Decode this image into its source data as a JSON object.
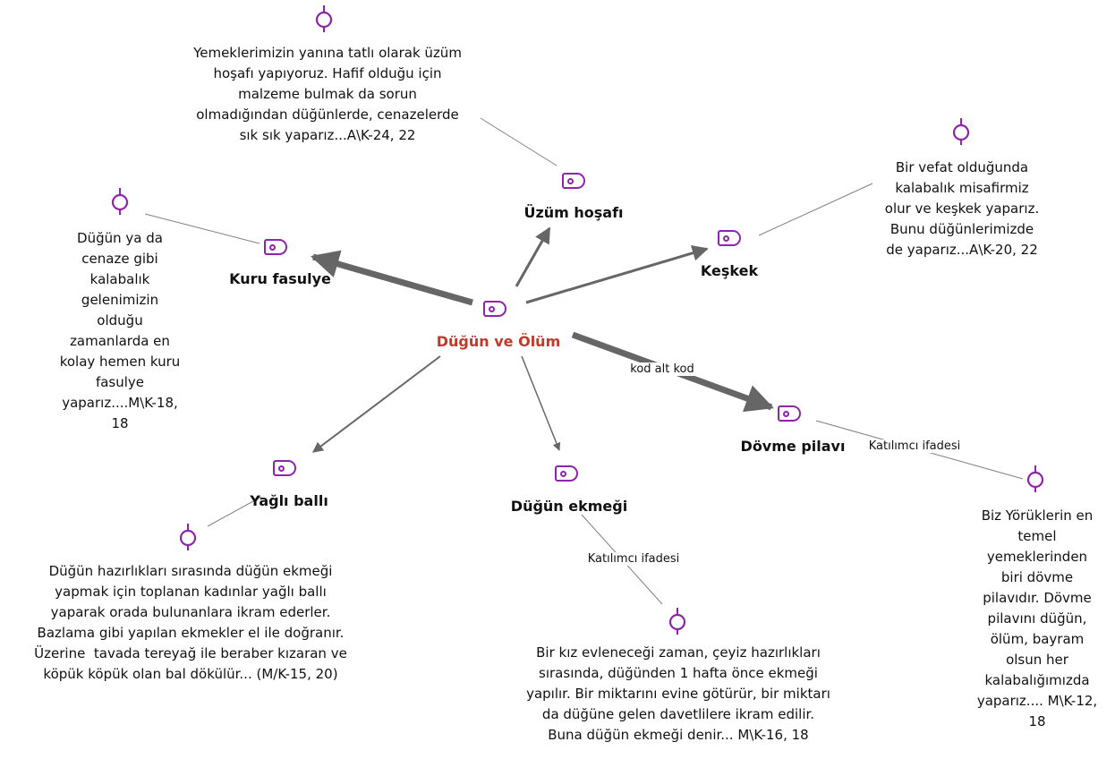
{
  "center": {
    "label": "Düğün ve Ölüm"
  },
  "codes": {
    "uzum_hosafi": "Üzüm hoşafı",
    "kuru_fasulye": "Kuru fasulye",
    "keskek": "Keşkek",
    "dovme_pilavi": "Dövme pilavı",
    "yagli_balli": "Yağlı ballı",
    "dugun_ekmegi": "Düğün ekmeği"
  },
  "link_labels": {
    "kod_alt_kod": "kod alt kod",
    "katilimci_dovme": "Katılımcı ifadesi",
    "katilimci_ekmek": "Katılımcı ifadesi"
  },
  "memos": {
    "uzum_hosafi": [
      "Yemeklerimizin yanına tatlı olarak üzüm",
      "hoşafı yapıyoruz. Hafif olduğu için",
      "malzeme bulmak da sorun",
      "olmadığından düğünlerde, cenazelerde",
      "sık sık yaparız...A\\K-24, 22"
    ],
    "keskek": [
      "Bir vefat olduğunda",
      "kalabalık misafirmiz",
      "olur ve keşkek yaparız.",
      "Bunu düğünlerimizde",
      "de yaparız...A\\K-20, 22"
    ],
    "kuru_fasulye": [
      "Düğün ya da",
      "cenaze gibi",
      "kalabalık",
      "gelenimizin",
      "olduğu",
      "zamanlarda en",
      "kolay hemen kuru",
      "fasulye",
      "yaparız....M\\K-18,",
      "18"
    ],
    "yagli_balli": [
      "Düğün hazırlıkları sırasında düğün ekmeği",
      "yapmak için toplanan kadınlar yağlı ballı",
      "yaparak orada bulunanlara ikram ederler.",
      "Bazlama gibi yapılan ekmekler el ile doğranır.",
      "Üzerine  tavada tereyağ ile beraber kızaran ve",
      "köpük köpük olan bal dökülür... (M/K-15, 20)"
    ],
    "dugun_ekmegi": [
      "Bir kız evleneceği zaman, çeyiz hazırlıkları",
      "sırasında, düğünden 1 hafta önce ekmeği",
      "yapılır. Bir miktarını evine götürür, bir miktarı",
      "da düğüne gelen davetlilere ikram edilir.",
      "Buna düğün ekmeği denir... M\\K-16, 18"
    ],
    "dovme_pilavi": [
      "Biz Yörüklerin en",
      "temel",
      "yemeklerinden",
      "biri dövme",
      "pilavıdır. Dövme",
      "pilavını düğün,",
      "ölüm, bayram",
      "olsun her",
      "kalabalığımızda",
      "yaparız.... M\\K-12,",
      "18"
    ]
  },
  "colors": {
    "code_icon": "#8e24aa",
    "memo_icon": "#8e24aa",
    "center_label": "#c0392b",
    "arrow": "#666666",
    "thin_line": "#808080"
  }
}
